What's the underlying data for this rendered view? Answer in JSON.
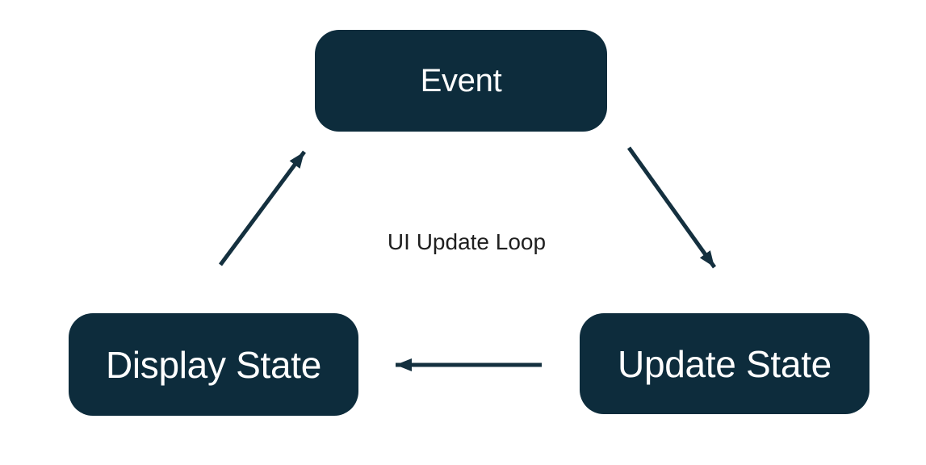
{
  "diagram": {
    "title": "UI Update Loop",
    "nodes": [
      {
        "id": "event",
        "label": "Event"
      },
      {
        "id": "display-state",
        "label": "Display State"
      },
      {
        "id": "update-state",
        "label": "Update State"
      }
    ],
    "edges": [
      {
        "from": "display-state",
        "to": "event",
        "direction": "up-right"
      },
      {
        "from": "event",
        "to": "update-state",
        "direction": "down-right"
      },
      {
        "from": "update-state",
        "to": "display-state",
        "direction": "left"
      }
    ]
  },
  "theme": {
    "node-fill": "#0d2c3c",
    "node-text": "#ffffff",
    "arrow-color": "#14303f",
    "label-color": "#1f1f1f",
    "background": "#ffffff"
  }
}
